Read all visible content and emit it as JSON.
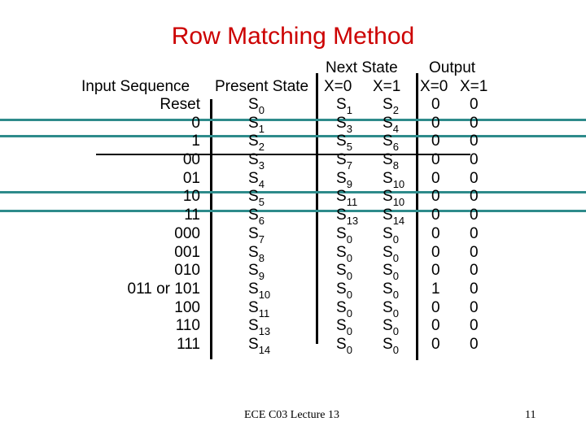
{
  "title": "Row Matching Method",
  "headers": {
    "next_state": "Next State",
    "output": "Output",
    "input_sequence": "Input Sequence",
    "present_state": "Present State",
    "x0": "X=0",
    "x1": "X=1",
    "out_x0": "X=0",
    "out_x1": "X=1"
  },
  "rows": [
    {
      "input": "Reset",
      "ps": "0",
      "n0": "1",
      "n1": "2",
      "o0": "0",
      "o1": "0"
    },
    {
      "input": "0",
      "ps": "1",
      "n0": "3",
      "n1": "4",
      "o0": "0",
      "o1": "0"
    },
    {
      "input": "1",
      "ps": "2",
      "n0": "5",
      "n1": "6",
      "o0": "0",
      "o1": "0"
    },
    {
      "input": "00",
      "ps": "3",
      "n0": "7",
      "n1": "8",
      "o0": "0",
      "o1": "0"
    },
    {
      "input": "01",
      "ps": "4",
      "n0": "9",
      "n1": "10",
      "o0": "0",
      "o1": "0"
    },
    {
      "input": "10",
      "ps": "5",
      "n0": "11",
      "n1": "10",
      "o0": "0",
      "o1": "0"
    },
    {
      "input": "11",
      "ps": "6",
      "n0": "13",
      "n1": "14",
      "o0": "0",
      "o1": "0"
    },
    {
      "input": "000",
      "ps": "7",
      "n0": "0",
      "n1": "0",
      "o0": "0",
      "o1": "0"
    },
    {
      "input": "001",
      "ps": "8",
      "n0": "0",
      "n1": "0",
      "o0": "0",
      "o1": "0"
    },
    {
      "input": "010",
      "ps": "9",
      "n0": "0",
      "n1": "0",
      "o0": "0",
      "o1": "0"
    },
    {
      "input": "011 or 101",
      "ps": "10",
      "n0": "0",
      "n1": "0",
      "o0": "1",
      "o1": "0"
    },
    {
      "input": "100",
      "ps": "11",
      "n0": "0",
      "n1": "0",
      "o0": "0",
      "o1": "0"
    },
    {
      "input": "110",
      "ps": "13",
      "n0": "0",
      "n1": "0",
      "o0": "0",
      "o1": "0"
    },
    {
      "input": "111",
      "ps": "14",
      "n0": "0",
      "n1": "0",
      "o0": "0",
      "o1": "0"
    }
  ],
  "state_letter": "S",
  "footer": "ECE C03 Lecture 13",
  "page_number": "11",
  "colors": {
    "title": "#cc0000",
    "highlight": "#2e8b8b"
  }
}
